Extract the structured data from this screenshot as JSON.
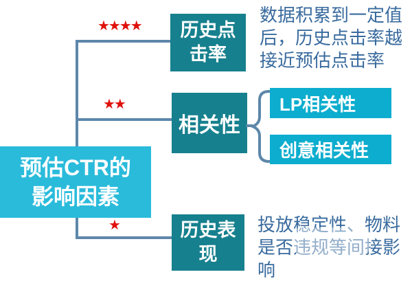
{
  "diagram": {
    "title": "预估CTR的影响因素",
    "root_box": {
      "label": "预估CTR的\n影响因素"
    },
    "branches": [
      {
        "name": "historical-ctr",
        "stars": "★★★★",
        "star_count": 4,
        "label": "历史点\n击率",
        "annotation": "数据积累到一定值\n后，历史点击率越\n接近预估点击率"
      },
      {
        "name": "relevance",
        "stars": "★★",
        "star_count": 2,
        "label": "相关性",
        "children": [
          {
            "label": "LP相关性"
          },
          {
            "label": "创意相关性"
          }
        ]
      },
      {
        "name": "historical-performance",
        "stars": "★",
        "star_count": 1,
        "label": "历史表\n现",
        "annotation": "投放稳定性、物料\n是否违规等间接影\n响"
      }
    ],
    "colors": {
      "root_box": "#2abbdb",
      "node_dark": "#17808e",
      "node_light": "#0cadce",
      "connector": "#5d87aa",
      "star": "#e0100a",
      "annotation_text": "#396b9e",
      "background": "#ffffff"
    }
  }
}
